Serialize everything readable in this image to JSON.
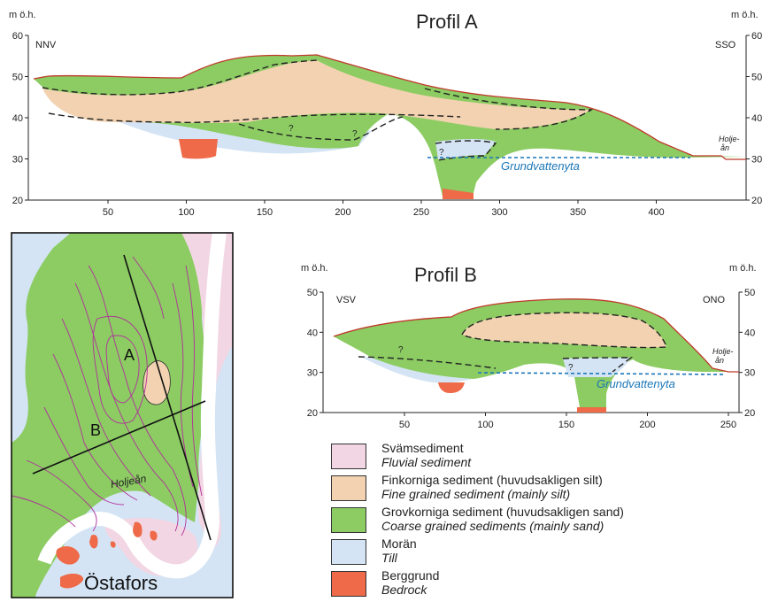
{
  "colors": {
    "fluvial": "#f2d6e3",
    "fine": "#f2d2b0",
    "coarse": "#8ccc63",
    "till": "#d4e4f4",
    "bedrock": "#ee6a48",
    "surface": "#c0392b",
    "groundwater": "#1a76b8",
    "contour": "#b0309a"
  },
  "profile_a": {
    "title": "Profil A",
    "unit_left": "m ö.h.",
    "unit_right": "m ö.h.",
    "dir_left": "NNV",
    "dir_right": "SSO",
    "y_ticks": [
      "20",
      "30",
      "40",
      "50",
      "60"
    ],
    "x_ticks": [
      "50",
      "100",
      "150",
      "200",
      "250",
      "300",
      "350",
      "400"
    ],
    "river": [
      "Holje-",
      "ån"
    ],
    "groundwater_label": "Grundvattenyta",
    "question_marks": [
      "?",
      "?",
      "?"
    ]
  },
  "profile_b": {
    "title": "Profil B",
    "unit_left": "m ö.h.",
    "unit_right": "m ö.h.",
    "dir_left": "VSV",
    "dir_right": "ONO",
    "y_ticks": [
      "20",
      "30",
      "40",
      "50"
    ],
    "x_ticks": [
      "50",
      "100",
      "150",
      "200",
      "250"
    ],
    "river": [
      "Holje-",
      "ån"
    ],
    "groundwater_label": "Grundvattenyta",
    "question_marks": [
      "?",
      "?"
    ]
  },
  "map": {
    "label_a": "A",
    "label_b": "B",
    "river_label": "Holjeån",
    "town_label": "Östafors"
  },
  "legend": [
    {
      "key": "fluvial",
      "sv": "Svämsediment",
      "en": "Fluvial sediment"
    },
    {
      "key": "fine",
      "sv": "Finkorniga sediment (huvudsakligen silt)",
      "en": "Fine grained sediment (mainly silt)"
    },
    {
      "key": "coarse",
      "sv": "Grovkorniga sediment (huvudsakligen sand)",
      "en": "Coarse grained sediments (mainly sand)"
    },
    {
      "key": "till",
      "sv": "Morän",
      "en": "Till"
    },
    {
      "key": "bedrock",
      "sv": "Berggrund",
      "en": "Bedrock"
    }
  ]
}
